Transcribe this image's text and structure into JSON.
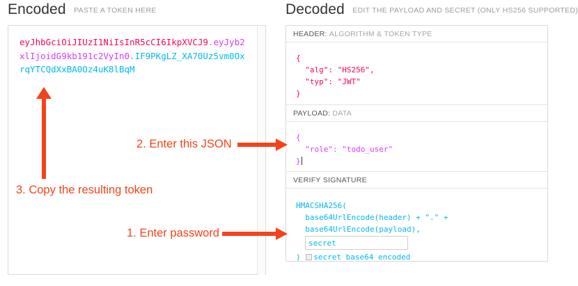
{
  "encoded": {
    "title": "Encoded",
    "subtitle": "PASTE A TOKEN HERE",
    "token": {
      "header": "eyJhbGciOiJIUzI1NiIsInR5cCI6IkpXVCJ9",
      "dot1": ".",
      "payload": "eyJyb2xlIjoidG9kb191c2VyIn0",
      "dot2": ".",
      "signature": "IF9PKgLZ_XA70Uz5vm0OxrqYTCQdXxBA0Oz4uK8lBqM"
    },
    "colors": {
      "header": "#fb015b",
      "payload": "#d63aff",
      "signature": "#00b9f1",
      "dot": "#9b9b9b"
    }
  },
  "decoded": {
    "title": "Decoded",
    "subtitle": "EDIT THE PAYLOAD AND SECRET (ONLY HS256 SUPPORTED)",
    "sections": {
      "header": {
        "label_key": "HEADER:",
        "label_value": "ALGORITHM & TOKEN TYPE",
        "body": "{\n  \"alg\": \"HS256\",\n  \"typ\": \"JWT\"\n}"
      },
      "payload": {
        "label_key": "PAYLOAD:",
        "label_value": "DATA",
        "body": "{\n  \"role\": \"todo_user\"\n}"
      },
      "signature": {
        "label_key": "VERIFY SIGNATURE",
        "label_value": "",
        "line1": "HMACSHA256(",
        "line2": "  base64UrlEncode(header) + \".\" +",
        "line3": "  base64UrlEncode(payload),",
        "secret_value": "secret",
        "secret_placeholder": "secret",
        "close_paren": ")",
        "checkbox_label": "secret base64 encoded",
        "checkbox_checked": false
      }
    }
  },
  "annotations": [
    {
      "id": "step-2",
      "text": "2. Enter this JSON"
    },
    {
      "id": "step-3",
      "text": "3. Copy the resulting token"
    },
    {
      "id": "step-1",
      "text": "1. Enter password"
    }
  ],
  "annotation_color": "#f4431c"
}
